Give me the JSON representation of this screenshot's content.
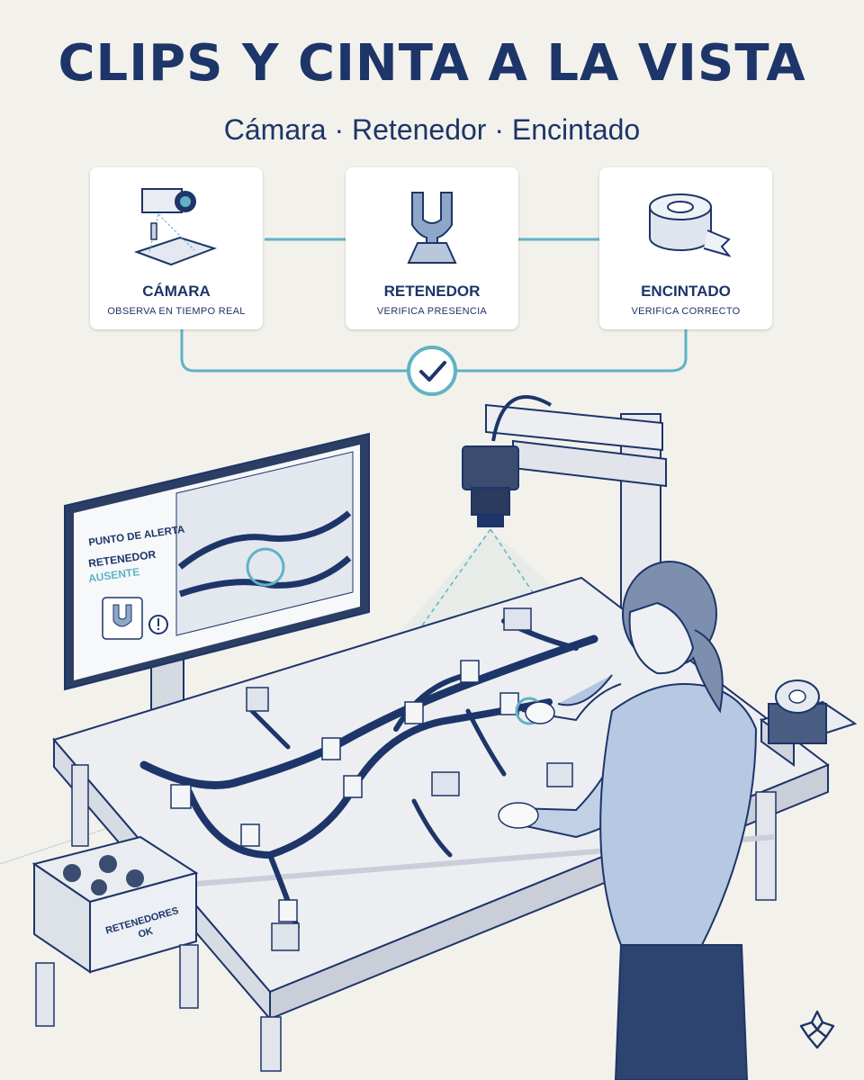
{
  "header": {
    "title": "CLIPS Y CINTA A LA VISTA",
    "subtitle": "Cámara · Retenedor · Encintado"
  },
  "steps": [
    {
      "title": "CÁMARA",
      "subtitle": "OBSERVA EN TIEMPO REAL",
      "icon": "camera-icon"
    },
    {
      "title": "RETENEDOR",
      "subtitle": "VERIFICA PRESENCIA",
      "icon": "retainer-clip-icon"
    },
    {
      "title": "ENCINTADO",
      "subtitle": "VERIFICA CORRECTO",
      "icon": "tape-roll-icon"
    }
  ],
  "monitor": {
    "alert_heading": "PUNTO DE ALERTA",
    "alert_item": "RETENEDOR",
    "alert_status": "AUSENTE"
  },
  "parts_box": {
    "label_line1": "RETENEDORES",
    "label_line2": "OK"
  },
  "colors": {
    "navy": "#1d3568",
    "teal": "#5fb3c4",
    "background": "#f3f1ec"
  }
}
